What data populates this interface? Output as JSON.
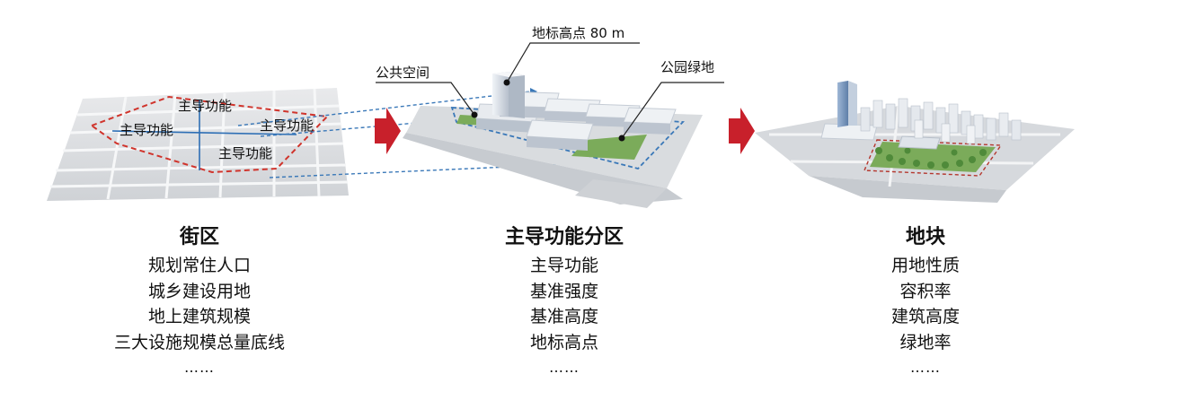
{
  "stage1": {
    "zone_labels": [
      "主导功能",
      "主导功能",
      "主导功能",
      "主导功能"
    ],
    "title": "街区",
    "items": [
      "规划常住人口",
      "城乡建设用地",
      "地上建筑规模",
      "三大设施规模总量底线",
      "……"
    ]
  },
  "stage2": {
    "callouts": {
      "landmark": "地标高点 80 m",
      "public_space": "公共空间",
      "park": "公园绿地"
    },
    "title": "主导功能分区",
    "items": [
      "主导功能",
      "基准强度",
      "基准高度",
      "地标高点",
      "……"
    ]
  },
  "stage3": {
    "title": "地块",
    "items": [
      "用地性质",
      "容积率",
      "建筑高度",
      "绿地率",
      "……"
    ]
  },
  "colors": {
    "arrow_red": "#c8202b",
    "boundary_red": "#d0342c",
    "dash_blue": "#3a78b8",
    "green_space": "#7bab5a",
    "ground_gray": "#c9ccd0",
    "road_white": "#f2f3f4"
  }
}
